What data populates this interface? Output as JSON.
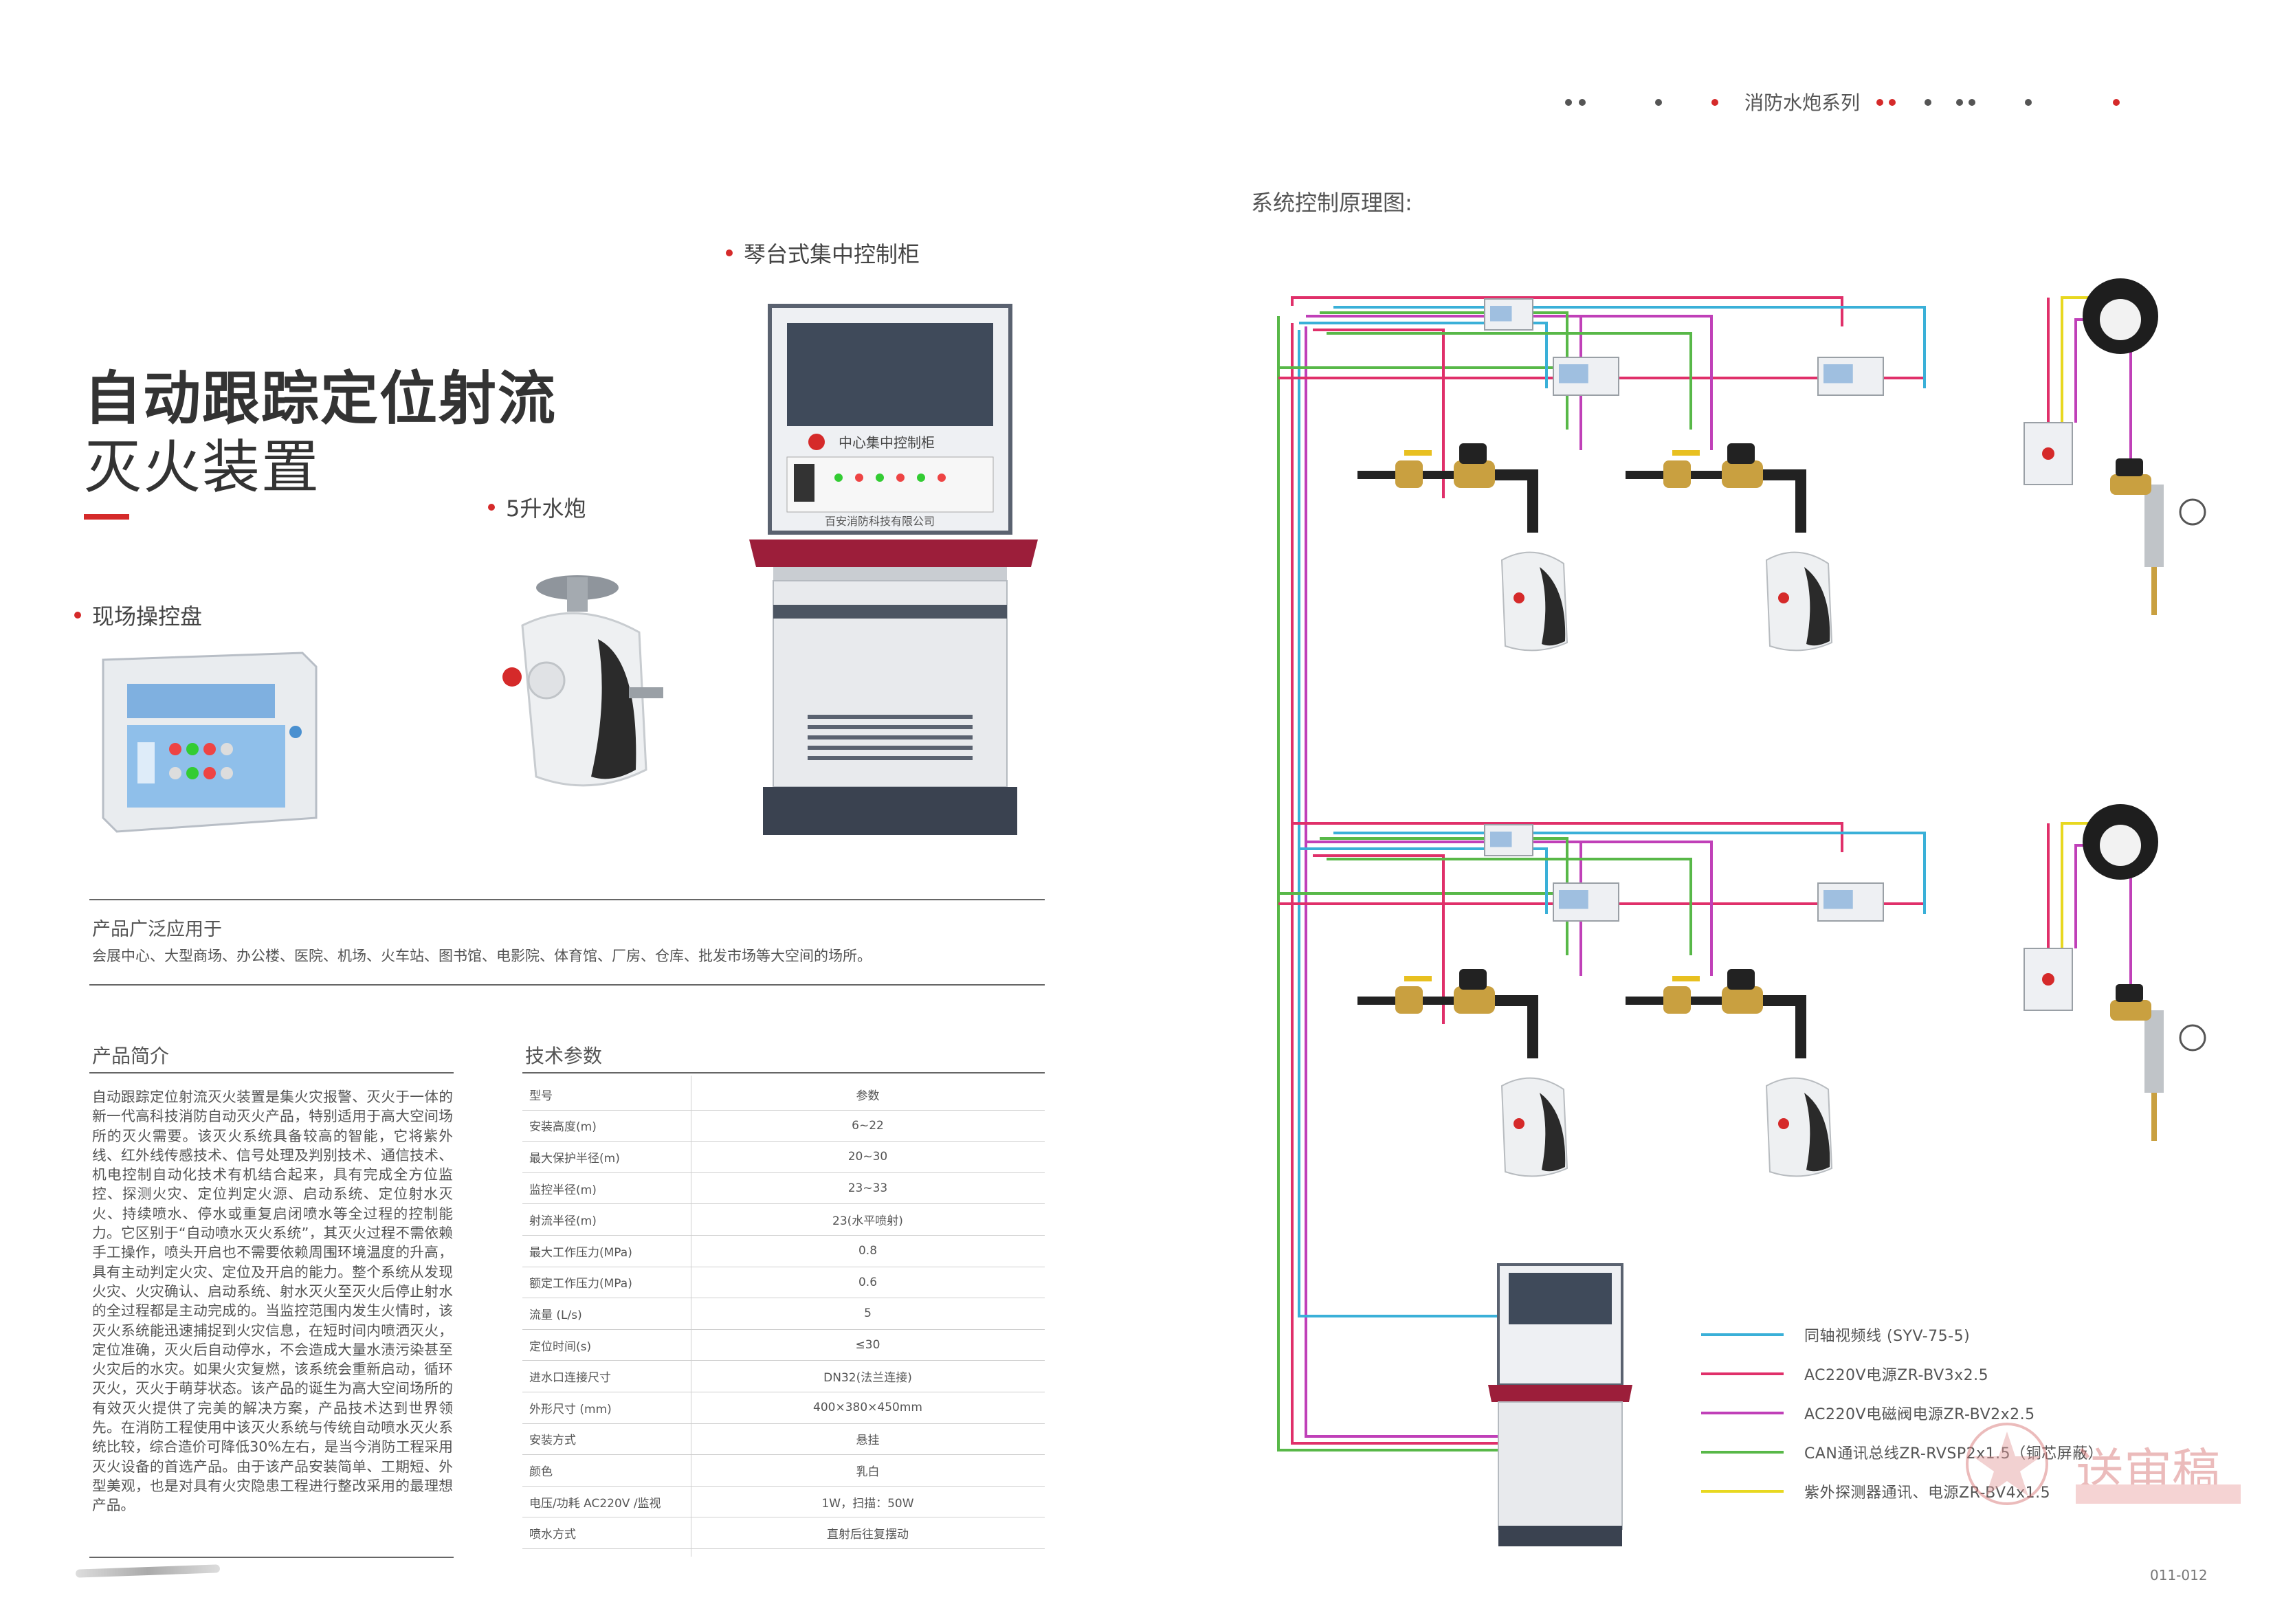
{
  "header": {
    "series_label": "消防水炮系列"
  },
  "title": {
    "line1": "自动跟踪定位射流",
    "line2": "灭火装置"
  },
  "products": {
    "panel_label": "现场操控盘",
    "cannon_label": "5升水炮",
    "cabinet_label": "琴台式集中控制柜",
    "cabinet_screen_title": "中心集中控制柜",
    "cabinet_company": "百安消防科技有限公司"
  },
  "application": {
    "heading": "产品广泛应用于",
    "text": "会展中心、大型商场、办公楼、医院、机场、火车站、图书馆、电影院、体育馆、厂房、仓库、批发市场等大空间的场所。"
  },
  "intro": {
    "heading": "产品简介",
    "text": "自动跟踪定位射流灭火装置是集火灾报警、灭火于一体的新一代高科技消防自动灭火产品，特别适用于高大空间场所的灭火需要。该灭火系统具备较高的智能，它将紫外线、红外线传感技术、信号处理及判别技术、通信技术、机电控制自动化技术有机结合起来，具有完成全方位监控、探测火灾、定位判定火源、启动系统、定位射水灭火、持续喷水、停水或重复启闭喷水等全过程的控制能力。它区别于“自动喷水灭火系统”，其灭火过程不需依赖手工操作，喷头开启也不需要依赖周围环境温度的升高，具有主动判定火灾、定位及开启的能力。整个系统从发现火灾、火灾确认、启动系统、射水灭火至灭火后停止射水的全过程都是主动完成的。当监控范围内发生火情时，该灭火系统能迅速捕捉到火灾信息，在短时间内喷洒灭火，定位准确，灭火后自动停水，不会造成大量水渍污染甚至火灾后的水灾。如果火灾复燃，该系统会重新启动，循环灭火，灭火于萌芽状态。该产品的诞生为高大空间场所的有效灭火提供了完美的解决方案，产品技术达到世界领先。在消防工程使用中该灭火系统与传统自动喷水灭火系统比较，综合造价可降低30%左右，是当今消防工程采用灭火设备的首选产品。由于该产品安装简单、工期短、外型美观，也是对具有火灾隐患工程进行整改采用的最理想产品。"
  },
  "specs": {
    "heading": "技术参数",
    "header": [
      "型号",
      "参数"
    ],
    "rows": [
      [
        "安装高度(m)",
        "6~22"
      ],
      [
        "最大保护半径(m)",
        "20~30"
      ],
      [
        "监控半径(m)",
        "23~33"
      ],
      [
        "射流半径(m)",
        "23(水平喷射)"
      ],
      [
        "最大工作压力(MPa)",
        "0.8"
      ],
      [
        "额定工作压力(MPa)",
        "0.6"
      ],
      [
        "流量 (L/s)",
        "5"
      ],
      [
        "定位时间(s)",
        "≤30"
      ],
      [
        "进水口连接尺寸",
        "DN32(法兰连接)"
      ],
      [
        "外形尺寸 (mm)",
        "400×380×450mm"
      ],
      [
        "安装方式",
        "悬挂"
      ],
      [
        "颜色",
        "乳白"
      ],
      [
        "电压/功耗 AC220V /监视",
        "1W，扫描：50W"
      ],
      [
        "喷水方式",
        "直射后往复摆动"
      ]
    ]
  },
  "diagram": {
    "heading": "系统控制原理图:",
    "legend": [
      {
        "label": "同轴视频线 (SYV-75-5)",
        "color": "#3ab0d8"
      },
      {
        "label": "AC220V电源ZR-BV3x2.5",
        "color": "#e0306a"
      },
      {
        "label": "AC220V电磁阀电源ZR-BV2x2.5",
        "color": "#c040b8"
      },
      {
        "label": "CAN通讯总线ZR-RVSP2x1.5（铜芯屏蔽）",
        "color": "#58b848"
      },
      {
        "label": "紫外探测器通讯、电源ZR-BV4x1.5",
        "color": "#e8d820"
      }
    ],
    "colors": {
      "video": "#3ab0d8",
      "power": "#e0306a",
      "valve": "#c040b8",
      "can": "#58b848",
      "uv": "#e8d820"
    }
  },
  "footer": {
    "page_number": "011-012",
    "stamp_text": "送审稿"
  }
}
